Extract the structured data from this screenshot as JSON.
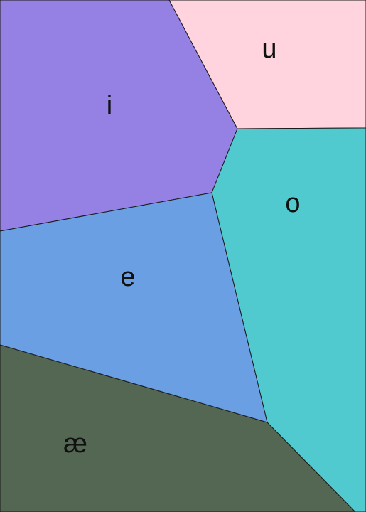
{
  "regions": [
    {
      "id": "i",
      "label": "i",
      "color": "#9580e3"
    },
    {
      "id": "u",
      "label": "u",
      "color": "#ffd4df"
    },
    {
      "id": "o",
      "label": "o",
      "color": "#50c9cf"
    },
    {
      "id": "e",
      "label": "e",
      "color": "#6b9fe3"
    },
    {
      "id": "ae",
      "label": "æ",
      "color": "#546753"
    }
  ]
}
